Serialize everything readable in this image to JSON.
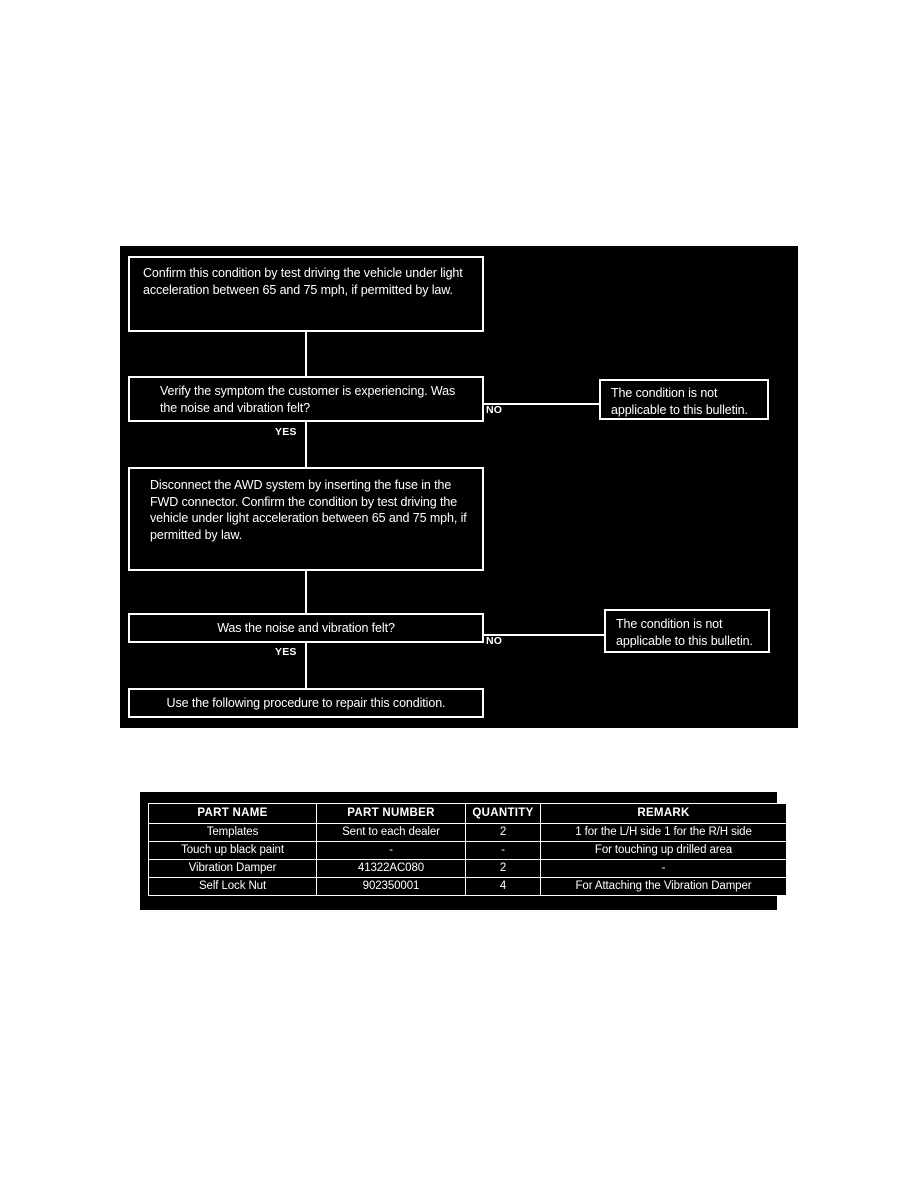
{
  "flowchart": {
    "nodes": [
      {
        "id": "confirm-condition",
        "text": "Confirm this condition by test driving the vehicle under light acceleration between 65 and 75 mph, if permitted by law."
      },
      {
        "id": "verify-symptom",
        "text": "Verify the symptom the customer is experiencing. Was the noise and vibration felt?"
      },
      {
        "id": "not-applicable-1",
        "text": "The condition is not applicable to this bulletin."
      },
      {
        "id": "disconnect-awd",
        "text": "Disconnect the AWD system by inserting the fuse in the FWD connector. Confirm the condition by test driving the vehicle under light acceleration between 65 and 75 mph, if permitted by law."
      },
      {
        "id": "noise-felt",
        "text": "Was the noise and vibration felt?"
      },
      {
        "id": "not-applicable-2",
        "text": "The condition is not applicable to this bulletin."
      },
      {
        "id": "use-procedure",
        "text": "Use the following procedure to repair this condition."
      }
    ],
    "edge_labels": {
      "yes_1": "YES",
      "no_1": "NO",
      "yes_2": "YES",
      "no_2": "NO"
    }
  },
  "parts_table": {
    "headers": [
      "PART NAME",
      "PART NUMBER",
      "QUANTITY",
      "REMARK"
    ],
    "rows": [
      {
        "part_name": "Templates",
        "part_number": "Sent to each dealer",
        "quantity": "2",
        "remark": "1 for the L/H side 1 for the R/H side"
      },
      {
        "part_name": "Touch up black paint",
        "part_number": "-",
        "quantity": "-",
        "remark": "For touching up drilled area"
      },
      {
        "part_name": "Vibration Damper",
        "part_number": "41322AC080",
        "quantity": "2",
        "remark": "-"
      },
      {
        "part_name": "Self Lock Nut",
        "part_number": "902350001",
        "quantity": "4",
        "remark": "For Attaching the Vibration Damper"
      }
    ]
  },
  "colors": {
    "panel_background": "#000000",
    "foreground": "#ffffff",
    "page_background": "#ffffff"
  }
}
